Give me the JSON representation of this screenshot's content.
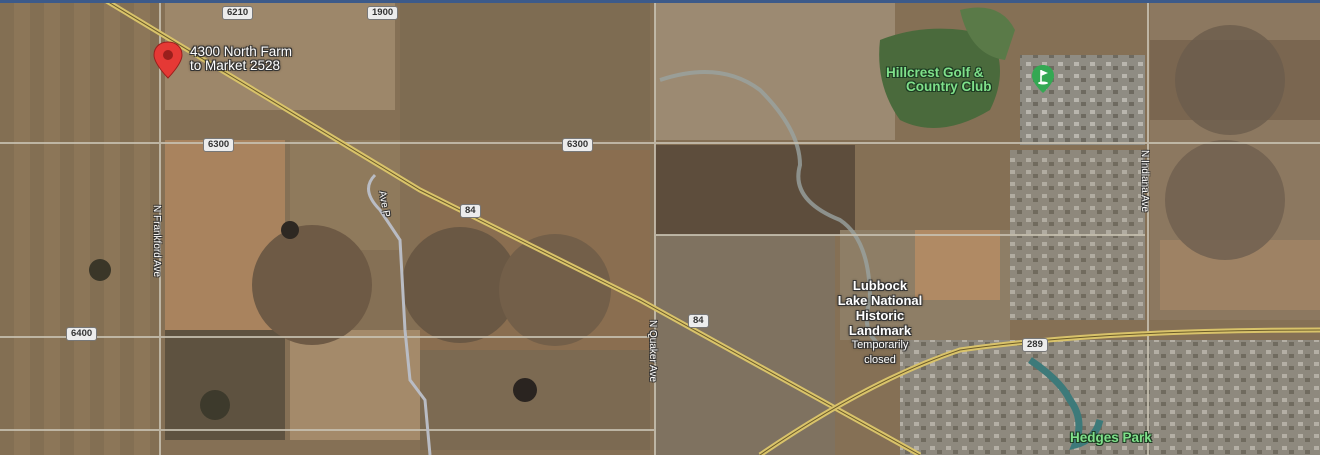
{
  "map": {
    "pin": {
      "name": "marker",
      "label_line1": "4300 North Farm",
      "label_line2": "to Market 2528",
      "color": "#e53935"
    },
    "places": [
      {
        "id": "hillcrest",
        "line1": "Hillcrest Golf &",
        "line2": "Country Club",
        "icon": "golf-icon"
      },
      {
        "id": "lubbock-lake",
        "line1": "Lubbock",
        "line2": "Lake National",
        "line3": "Historic",
        "line4": "Landmark",
        "status1": "Temporarily",
        "status2": "closed"
      },
      {
        "id": "hedges",
        "line1": "Hedges Park"
      }
    ],
    "road_shields": [
      {
        "label": "6210"
      },
      {
        "label": "1900"
      },
      {
        "label": "6300"
      },
      {
        "label": "6300"
      },
      {
        "label": "84"
      },
      {
        "label": "84"
      },
      {
        "label": "289"
      },
      {
        "label": "6400"
      }
    ],
    "street_names": [
      {
        "label": "N Frankford Ave"
      },
      {
        "label": "N Quaker Ave"
      },
      {
        "label": "N Indiana Ave"
      },
      {
        "label": "Ave P"
      }
    ],
    "colors": {
      "highway": "#d9c36a",
      "grass": "#4f6a3a",
      "dirt": "#a8896a",
      "water": "#3d7a7a"
    }
  }
}
